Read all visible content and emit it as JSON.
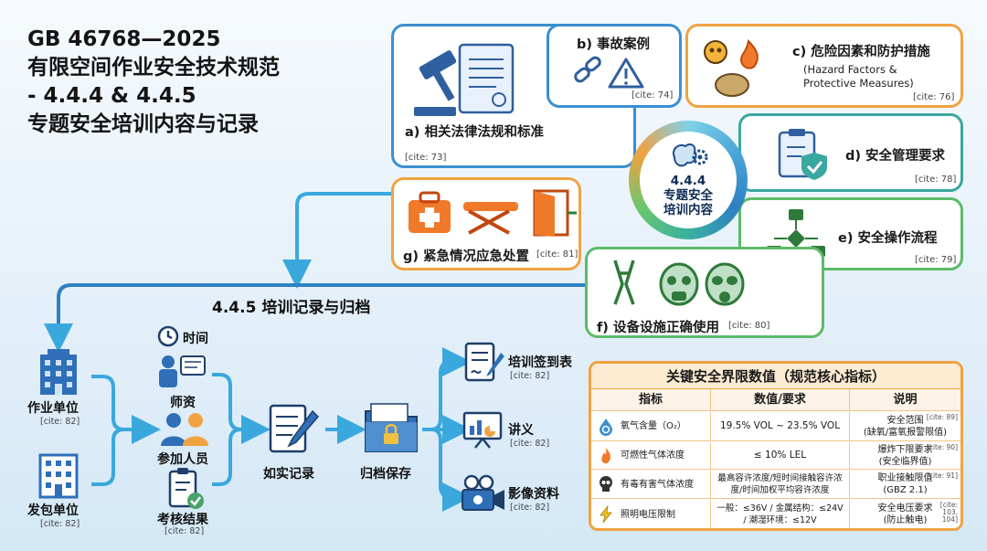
{
  "title": {
    "line1": "GB 46768—2025",
    "line2": "有限空间作业安全技术规范",
    "line3": "- 4.4.4 & 4.4.5",
    "line4": "专题安全培训内容与记录"
  },
  "center": {
    "line1": "4.4.4",
    "line2": "专题安全",
    "line3": "培训内容"
  },
  "topics": {
    "a": {
      "label": "a) 相关法律法规和标准",
      "cite": "[cite: 73]"
    },
    "b": {
      "label": "b) 事故案例",
      "cite": "[cite: 74]"
    },
    "c": {
      "label": "c) 危险因素和防护措施",
      "sub1": "(Hazard Factors &",
      "sub2": "Protective Measures)",
      "cite": "[cite: 76]"
    },
    "d": {
      "label": "d) 安全管理要求",
      "cite": "[cite: 78]"
    },
    "e": {
      "label": "e) 安全操作流程",
      "cite": "[cite: 79]"
    },
    "f": {
      "label": "f) 设备设施正确使用",
      "cite": "[cite: 80]"
    },
    "g": {
      "label": "g) 紧急情况应急处置",
      "cite": "[cite: 81]"
    }
  },
  "records": {
    "section_title": "4.4.5 培训记录与归档",
    "unit1": {
      "label": "作业单位",
      "cite": "[cite: 82]"
    },
    "unit2": {
      "label": "发包单位",
      "cite": "[cite: 82]"
    },
    "time": "时间",
    "teacher": "师资",
    "participants": "参加人员",
    "results": {
      "label": "考核结果",
      "cite": "[cite: 82]"
    },
    "truthful": "如实记录",
    "archive": "归档保存",
    "outputs": [
      {
        "label": "培训签到表",
        "cite": "[cite: 82]"
      },
      {
        "label": "讲义",
        "cite": "[cite: 82]"
      },
      {
        "label": "影像资料",
        "cite": "[cite: 82]"
      }
    ]
  },
  "table": {
    "title": "关键安全界限数值（规范核心指标）",
    "headers": [
      "指标",
      "数值/要求",
      "说明"
    ],
    "rows": [
      {
        "icon": "oxygen-icon",
        "indicator": "氧气含量（O₂）",
        "value": "19.5% VOL ~ 23.5% VOL",
        "note1": "安全范围",
        "note2": "(缺氧/富氧报警限值)",
        "cite": "[cite: 89]"
      },
      {
        "icon": "flame-icon",
        "indicator": "可燃性气体浓度",
        "value": "≤ 10% LEL",
        "note1": "爆炸下限要求",
        "note2": "(安全临界值)",
        "cite": "[cite: 90]"
      },
      {
        "icon": "skull-icon",
        "indicator": "有毒有害气体浓度",
        "value": "最高容许浓度/短时间接触容许浓度/时间加权平均容许浓度",
        "note1": "职业接触限值",
        "note2": "(GBZ 2.1)",
        "cite": "[cite: 91]"
      },
      {
        "icon": "lightning-icon",
        "indicator": "照明电压限制",
        "value": "一般：≤36V / 金属结构：≤24V / 潮湿环境：≤12V",
        "note1": "安全电压要求",
        "note2": "(防止触电)",
        "cite": "[cite: 103, 104]"
      }
    ]
  },
  "colors": {
    "blue": "#3b8fd0",
    "orange": "#f0a341",
    "teal": "#3aa7a0",
    "green": "#5cba6a",
    "arrow": "#3aa8dd"
  }
}
